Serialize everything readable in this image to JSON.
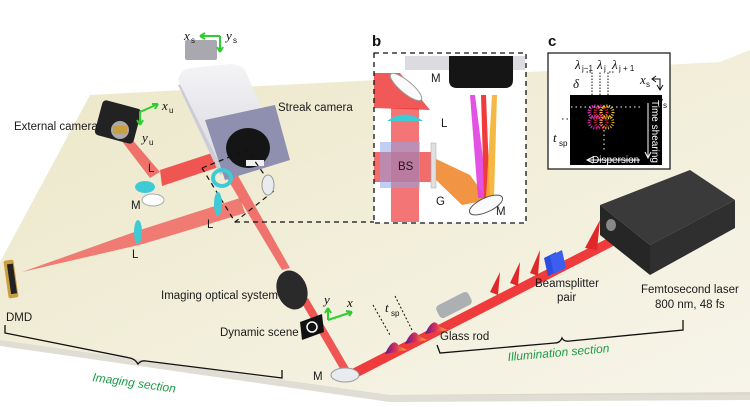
{
  "panels": {
    "b": "b",
    "c": "c"
  },
  "labels": {
    "streak_camera": "Streak camera",
    "external_camera": "External camera",
    "dmd": "DMD",
    "imaging_optical_system": "Imaging optical system",
    "dynamic_scene": "Dynamic scene",
    "glass_rod": "Glass rod",
    "beamsplitter_pair_line1": "Beamsplitter",
    "beamsplitter_pair_line2": "pair",
    "laser_line1": "Femtosecond laser",
    "laser_line2": "800 nm, 48 fs",
    "lens": "L",
    "mirror": "M",
    "tsp": "t",
    "tsp_sub": "sp"
  },
  "axes": {
    "xs": "x",
    "ys": "y",
    "s_sub": "s",
    "xu": "x",
    "yu": "y",
    "u_sub": "u",
    "x": "x",
    "y": "y"
  },
  "sections": {
    "imaging": "Imaging section",
    "illumination": "Illumination section"
  },
  "panel_b": {
    "mirror_top": "M",
    "lens": "L",
    "beamsplitter": "BS",
    "grating": "G",
    "mirror_bottom": "M"
  },
  "panel_c": {
    "lambda_prev": "λ",
    "lambda_prev_sub": "j−1",
    "lambda_j": "λ",
    "lambda_j_sub": "j",
    "lambda_next": "λ",
    "lambda_next_sub": "j + 1",
    "delta": "δ",
    "xs": "x",
    "ys": "y",
    "s_sub": "s",
    "tsp": "t",
    "tsp_sub": "sp",
    "time_shearing": "Time shearing",
    "dispersion": "Dispersion"
  },
  "colors": {
    "table": "#f3f0dc",
    "beam": "#ef3b3b",
    "axis_arrow": "#2ecc2e",
    "section_label": "#1f9a4a",
    "lens": "#3fcbd6",
    "laser_body": "#2e2e2e"
  }
}
